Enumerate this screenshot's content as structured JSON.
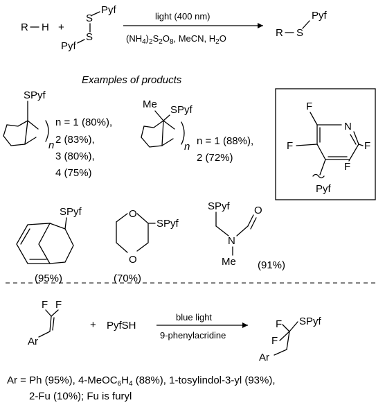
{
  "scheme1": {
    "reactant_R": "R",
    "reactant_H": "H",
    "plus": "+",
    "disulfide_pyf_top": "Pyf",
    "disulfide_pyf_bottom": "Pyf",
    "s_top": "S",
    "s_bottom": "S",
    "condition_top": "light (400 nm)",
    "condition_bottom_prefix": "(NH",
    "condition_bottom_sub1": "4",
    "condition_bottom_mid": ")",
    "condition_bottom_sub2": "2",
    "condition_bottom_mid2": "S",
    "condition_bottom_sub3": "2",
    "condition_bottom_mid3": "O",
    "condition_bottom_sub4": "8",
    "condition_bottom_mid4": ", MeCN, H",
    "condition_bottom_sub5": "2",
    "condition_bottom_end": "O",
    "product_R": "R",
    "product_S": "S",
    "product_pyf": "Pyf"
  },
  "examples_heading": "Examples of products",
  "products": {
    "norbornane": {
      "label": "SPyf",
      "n": "n",
      "yields": [
        "n = 1 (80%),",
        "2 (83%),",
        "3 (80%),",
        "4 (75%)"
      ]
    },
    "methyl": {
      "me": "Me",
      "label": "SPyf",
      "n": "n",
      "yields": [
        "n = 1 (88%),",
        "2 (72%)"
      ]
    },
    "pyf_box": {
      "f_top": "F",
      "n_atom": "N",
      "f_left": "F",
      "f_right": "F",
      "f_bottom": "F",
      "name": "Pyf"
    },
    "indane": {
      "label": "SPyf",
      "yield": "(95%)"
    },
    "dioxane": {
      "o_top": "O",
      "o_bottom": "O",
      "label": "SPyf",
      "yield": "(70%)"
    },
    "amide": {
      "label": "SPyf",
      "o": "O",
      "n": "N",
      "me": "Me",
      "yield": "(91%)"
    }
  },
  "scheme2": {
    "f1": "F",
    "f2": "F",
    "ar": "Ar",
    "plus": "+",
    "reagent": "PyfSH",
    "condition_top": "blue light",
    "condition_bottom": "9-phenylacridine",
    "product_f1": "F",
    "product_f2": "F",
    "product_label": "SPyf",
    "product_ar": "Ar"
  },
  "footer": {
    "line1_a": "Ar = Ph (95%), 4-MeOC",
    "line1_sub1": "6",
    "line1_b": "H",
    "line1_sub2": "4",
    "line1_c": " (88%), 1-tosylindol-3-yl (93%),",
    "line2": "2-Fu (10%); Fu is furyl"
  }
}
